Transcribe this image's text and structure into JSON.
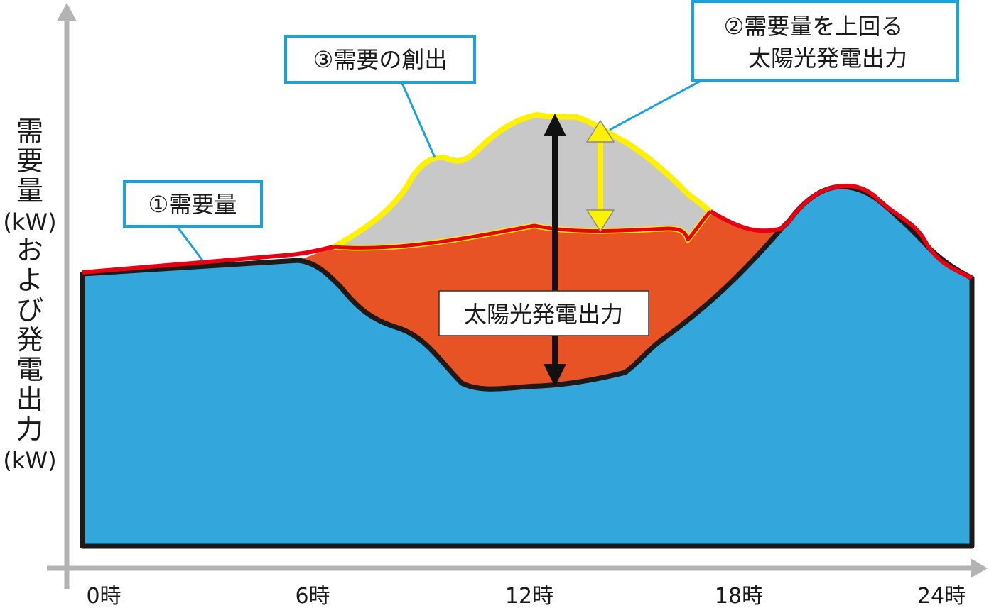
{
  "y_axis_label": [
    "需",
    "要",
    "量",
    "(kW)",
    "お",
    "よ",
    "び",
    "発",
    "電",
    "出",
    "力",
    "(kW)"
  ],
  "x_ticks": [
    "0時",
    "6時",
    "12時",
    "18時",
    "24時"
  ],
  "callouts": {
    "demand": "①需要量",
    "excess": [
      "②需要量を上回る",
      "太陽光発電出力"
    ],
    "creation": "③需要の創出"
  },
  "solar_label": "太陽光発電出力",
  "colors": {
    "axis": "#b3b3b3",
    "base_fill": "#33a6dc",
    "solar_fill": "#e85325",
    "demand_line": "#e60012",
    "created_fill": "#c8c8c8",
    "created_outline": "#fff100",
    "callout_border": "#1ba1dc",
    "arrow_black": "#111111",
    "arrow_yellow": "#fff100"
  }
}
